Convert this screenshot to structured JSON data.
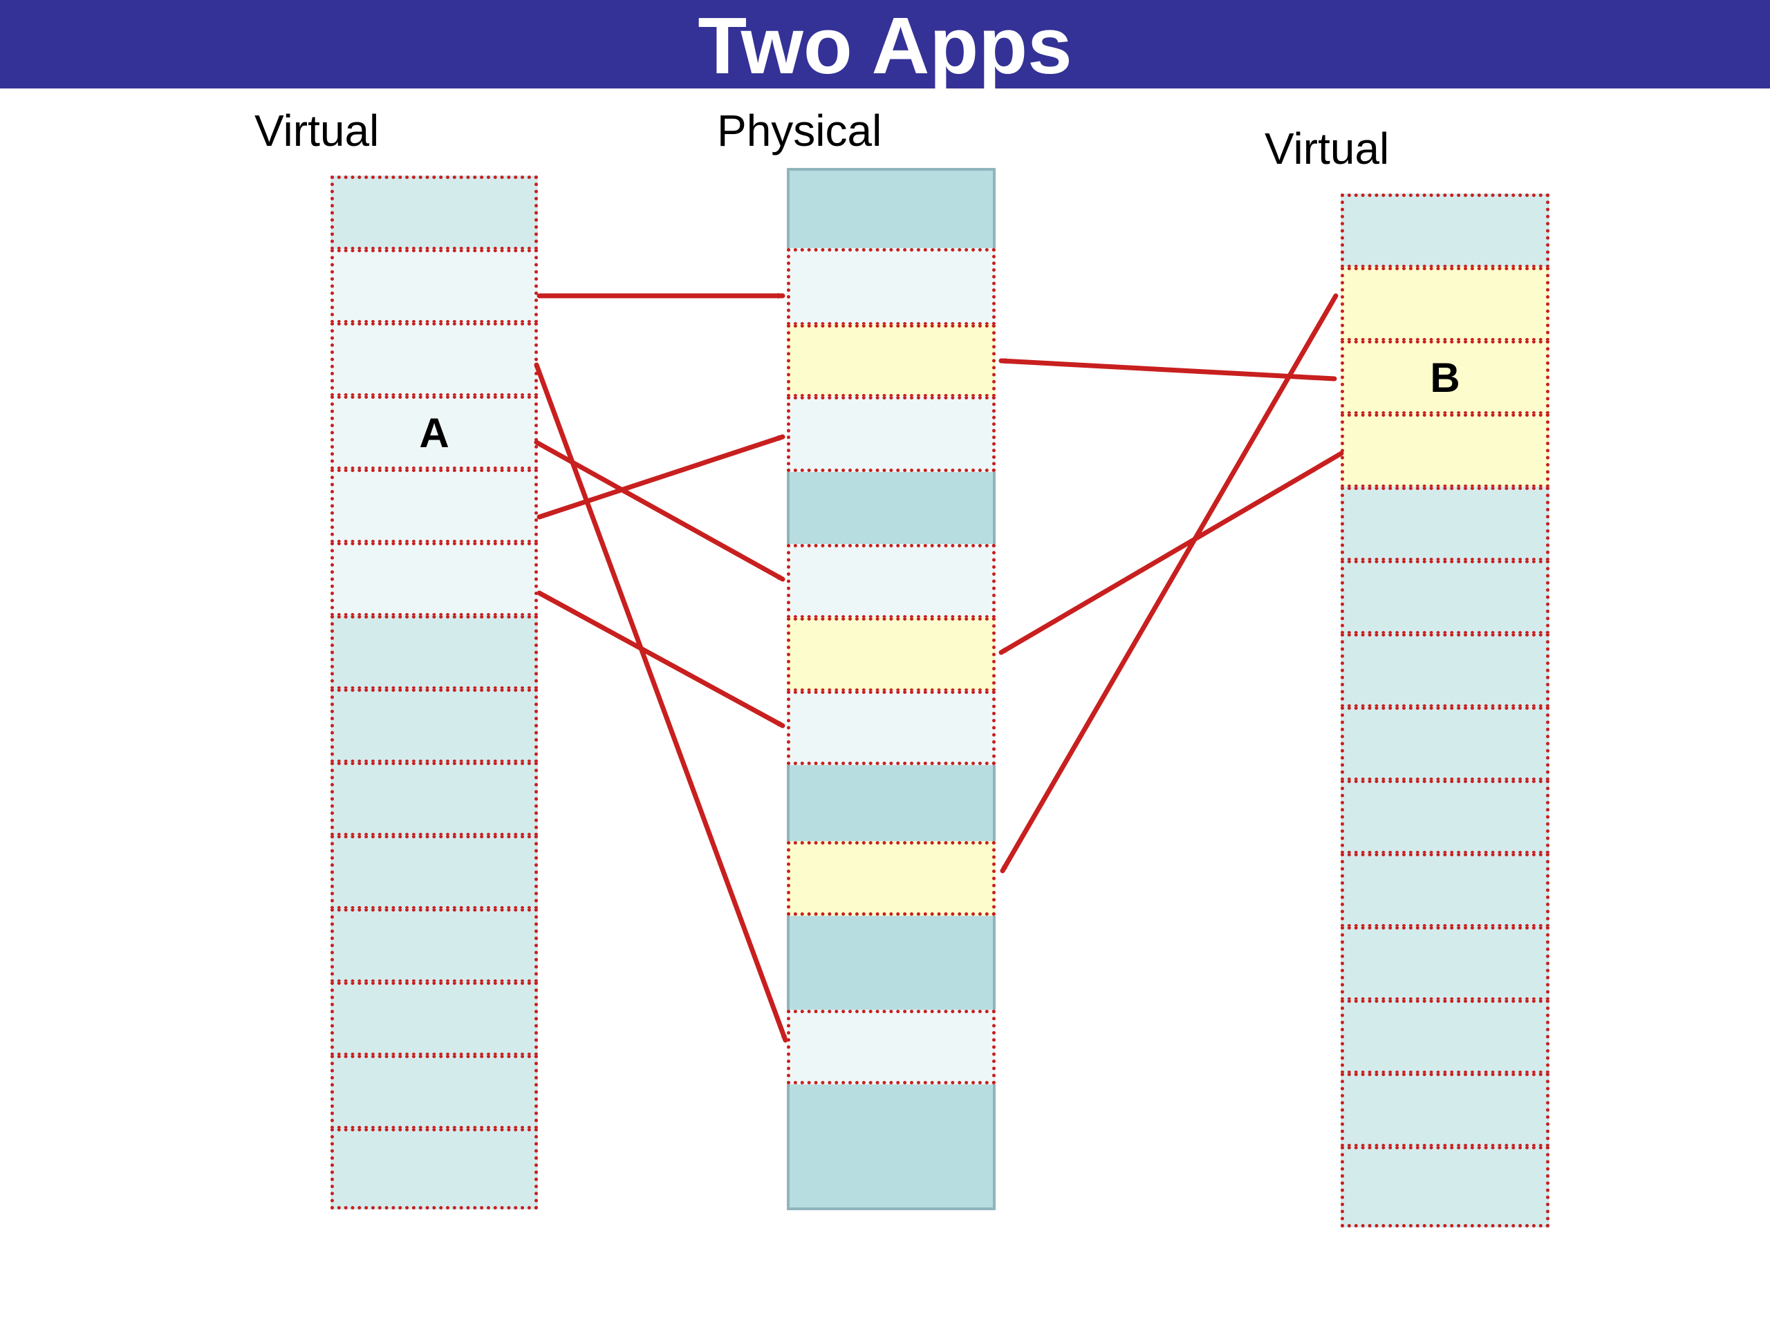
{
  "title": "Two Apps",
  "labels": {
    "left": "Virtual",
    "middle": "Physical",
    "right": "Virtual"
  },
  "page_labels": {
    "app_a": "A",
    "app_b": "B"
  },
  "colors": {
    "title_bar": "#343296",
    "arrow": "#c81f1f",
    "physical_bg": "#b8dde0",
    "page_light": "#eef7f7",
    "page_teal": "#d4ebec",
    "page_yellow": "#fcfccd"
  }
}
